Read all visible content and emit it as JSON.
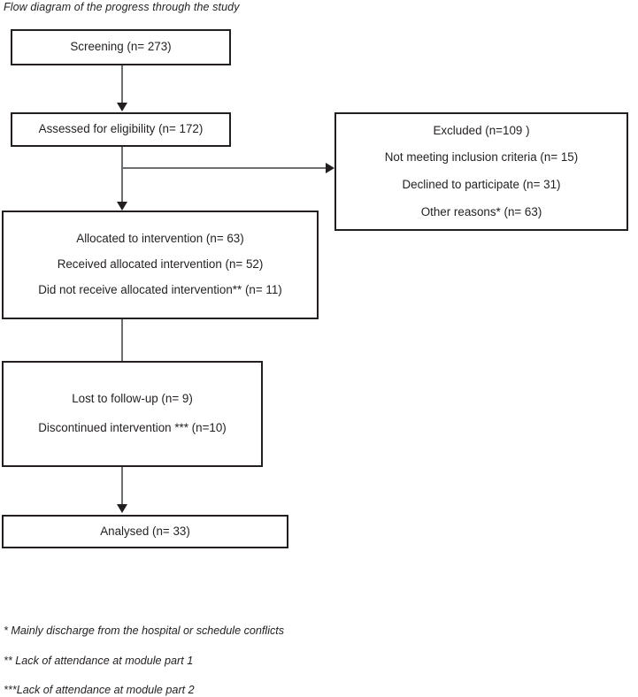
{
  "title": "Flow diagram of the progress through the study",
  "boxes": {
    "screening": {
      "lines": [
        "Screening (n= 273)"
      ]
    },
    "assessed": {
      "lines": [
        "Assessed for eligibility (n= 172)"
      ]
    },
    "excluded": {
      "lines": [
        "Excluded (n=109 )",
        "Not meeting inclusion criteria (n= 15)",
        "Declined to participate (n= 31)",
        "Other reasons* (n= 63)"
      ]
    },
    "allocated": {
      "lines": [
        "Allocated to intervention (n= 63)",
        "Received allocated intervention (n= 52)",
        "Did not receive allocated intervention** (n= 11)"
      ]
    },
    "followup": {
      "lines": [
        "Lost to follow-up (n= 9)",
        "Discontinued intervention *** (n=10)"
      ]
    },
    "analysed": {
      "lines": [
        "Analysed (n= 33)"
      ]
    }
  },
  "footnotes": [
    "* Mainly discharge from the hospital or schedule conflicts",
    "** Lack of attendance at module part 1",
    "***Lack of attendance at module part 2"
  ],
  "colors": {
    "box_border": "#231f20",
    "connector": "#6d6e71",
    "text": "#231f20",
    "background": "#ffffff"
  }
}
